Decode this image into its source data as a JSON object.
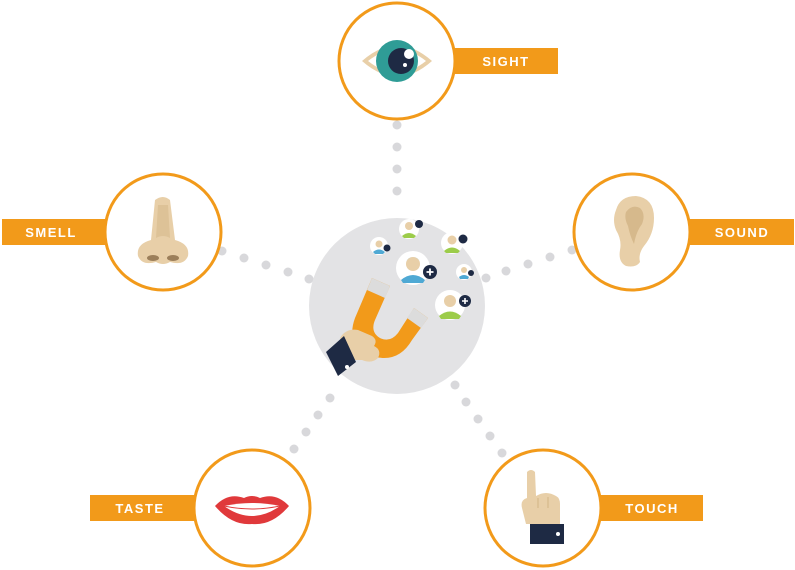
{
  "colors": {
    "accent": "#f29a1a",
    "hub": "#e3e3e5",
    "dot": "#d8d8db",
    "skin": "#e8cfa8",
    "skin_shade": "#d6b98c",
    "navy": "#1e2a44",
    "eye_teal": "#2f9c96",
    "lips": "#e0393b"
  },
  "senses": [
    {
      "label": "SIGHT",
      "icon": "eye-icon"
    },
    {
      "label": "SMELL",
      "icon": "nose-icon"
    },
    {
      "label": "SOUND",
      "icon": "ear-icon"
    },
    {
      "label": "TASTE",
      "icon": "lips-icon"
    },
    {
      "label": "TOUCH",
      "icon": "finger-icon"
    }
  ],
  "hub": {
    "icon": "magnet-attracting-people-icon"
  }
}
